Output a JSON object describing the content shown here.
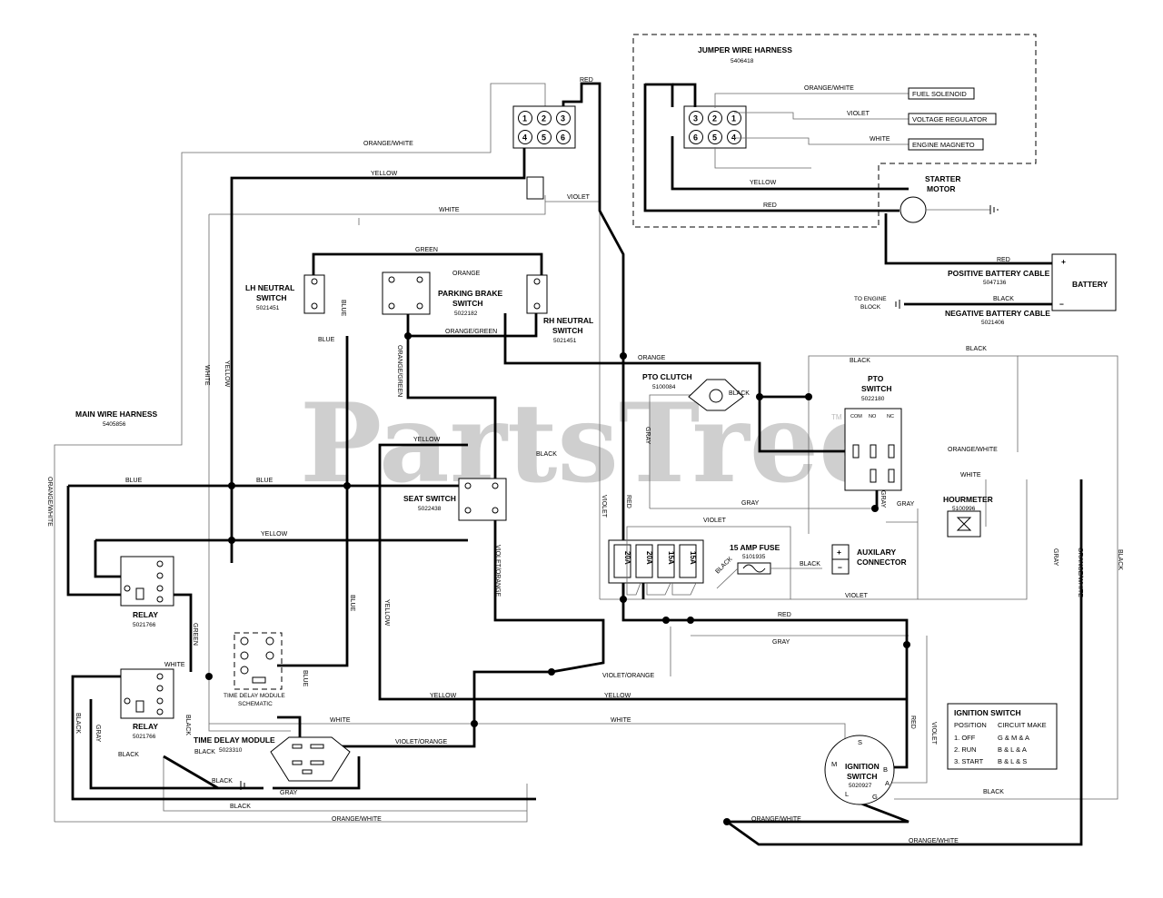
{
  "watermark": "PartsTree",
  "trademark": "TM",
  "harness": {
    "main": {
      "title": "MAIN WIRE HARNESS",
      "part": "5405856"
    },
    "jumper": {
      "title": "JUMPER WIRE HARNESS",
      "part": "5406418"
    }
  },
  "connector_pins": [
    "1",
    "2",
    "3",
    "4",
    "5",
    "6"
  ],
  "jumper_pins": [
    "3",
    "2",
    "1",
    "6",
    "5",
    "4"
  ],
  "components": {
    "fuel_solenoid": "FUEL SOLENOID",
    "voltage_regulator": "VOLTAGE REGULATOR",
    "engine_magneto": "ENGINE MAGNETO",
    "starter": {
      "title_line1": "STARTER",
      "title_line2": "MOTOR"
    },
    "battery": {
      "title": "BATTERY",
      "plus": "+",
      "minus": "−"
    },
    "pos_cable": {
      "title": "POSITIVE BATTERY CABLE",
      "part": "5047136"
    },
    "neg_cable": {
      "title": "NEGATIVE BATTERY CABLE",
      "part": "5021406"
    },
    "engine_block": {
      "line1": "TO ENGINE",
      "line2": "BLOCK"
    },
    "lh_neutral": {
      "line1": "LH NEUTRAL",
      "line2": "SWITCH",
      "part": "5021451"
    },
    "parking_brake": {
      "line1": "PARKING BRAKE",
      "line2": "SWITCH",
      "part": "5022182"
    },
    "rh_neutral": {
      "line1": "RH NEUTRAL",
      "line2": "SWITCH",
      "part": "5021451"
    },
    "pto_clutch": {
      "title": "PTO CLUTCH",
      "part": "5100084"
    },
    "pto_switch": {
      "line1": "PTO",
      "line2": "SWITCH",
      "part": "5022180",
      "cols": [
        "COM",
        "NO",
        "NC"
      ]
    },
    "hourmeter": {
      "title": "HOURMETER",
      "part": "5100996"
    },
    "seat_switch": {
      "title": "SEAT SWITCH",
      "part": "5022438"
    },
    "relay1": {
      "title": "RELAY",
      "part": "5021766"
    },
    "relay2": {
      "title": "RELAY",
      "part": "5021766"
    },
    "tdm_schematic": {
      "line1": "TIME DELAY MODULE",
      "line2": "SCHEMATIC"
    },
    "tdm": {
      "title": "TIME DELAY MODULE",
      "part": "5023310"
    },
    "fuses": [
      "20A",
      "20A",
      "15A",
      "15A"
    ],
    "fuse15": {
      "title": "15 AMP FUSE",
      "part": "5101935"
    },
    "aux": {
      "line1": "AUXILARY",
      "line2": "CONNECTOR"
    },
    "ignition": {
      "line1": "IGNITION",
      "line2": "SWITCH",
      "part": "5020927",
      "terminals": [
        "S",
        "M",
        "B",
        "A",
        "L",
        "G"
      ]
    }
  },
  "ignition_table": {
    "title": "IGNITION SWITCH",
    "header": [
      "POSITION",
      "CIRCUIT MAKE"
    ],
    "rows": [
      [
        "1. OFF",
        "G & M & A"
      ],
      [
        "2. RUN",
        "B & L & A"
      ],
      [
        "3. START",
        "B & L & S"
      ]
    ]
  },
  "wires": {
    "red": "RED",
    "orange_white": "ORANGE/WHITE",
    "yellow": "YELLOW",
    "violet": "VIOLET",
    "white": "WHITE",
    "green": "GREEN",
    "orange": "ORANGE",
    "blue": "BLUE",
    "black": "BLACK",
    "gray": "GRAY",
    "orange_green": "ORANGE/GREEN",
    "violet_orange": "VIOLET/ORANGE"
  }
}
